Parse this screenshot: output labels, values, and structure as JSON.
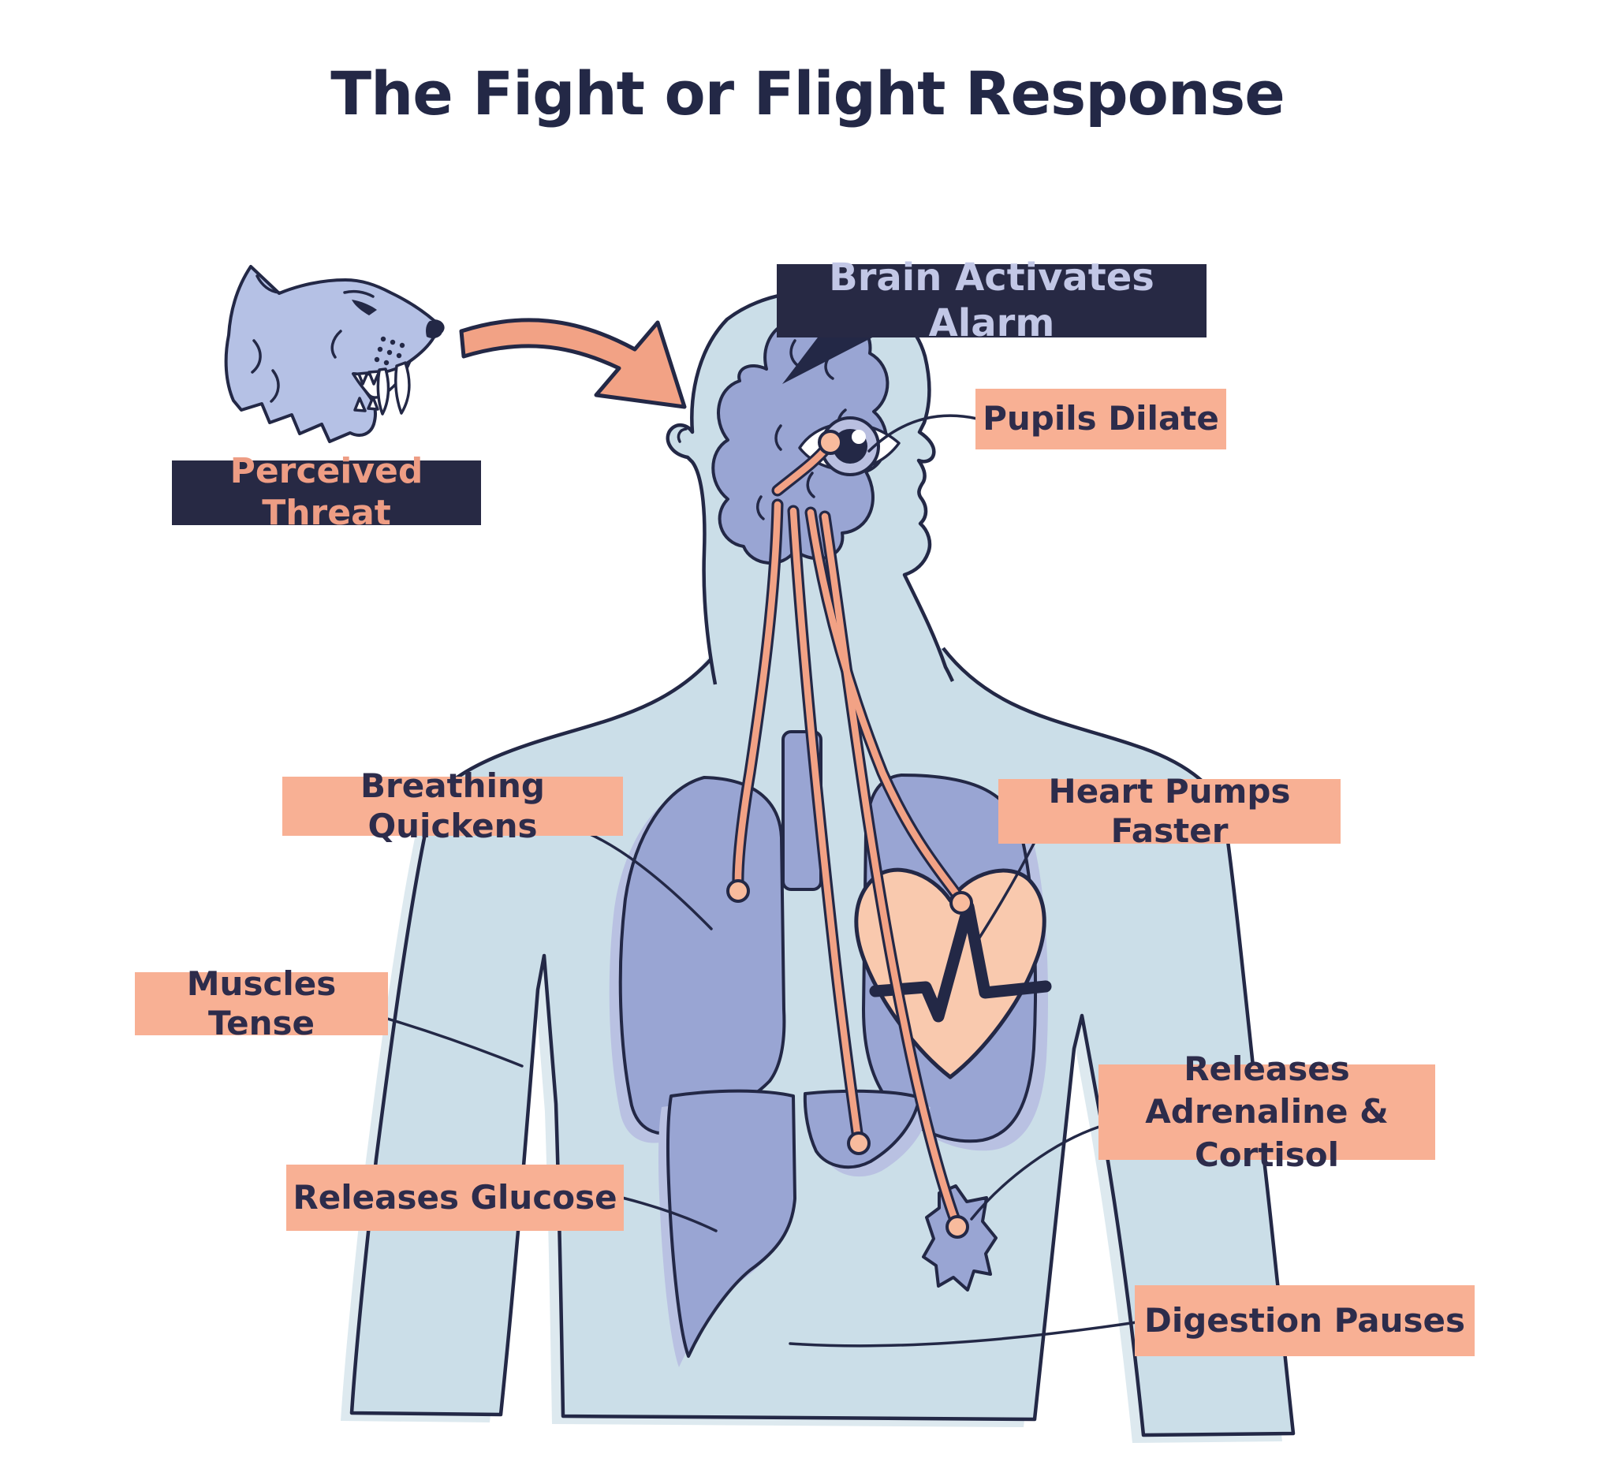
{
  "title": "The Fight or Flight Response",
  "callouts": {
    "perceived_threat": "Perceived Threat",
    "brain_activates_alarm": "Brain Activates Alarm",
    "pupils_dilate": "Pupils Dilate",
    "breathing_quickens": "Breathing Quickens",
    "heart_pumps_faster": "Heart Pumps Faster",
    "muscles_tense": "Muscles Tense",
    "releases_adrenaline_line1": "Releases",
    "releases_adrenaline_line2": "Adrenaline & Cortisol",
    "releases_glucose": "Releases Glucose",
    "digestion_pauses": "Digestion Pauses"
  },
  "icons": {
    "threat_animal": "saber-toothed-cat-head",
    "threat_arrow": "curved-arrow-to-brain",
    "heart_symbol": "ekg-heartbeat-line",
    "organs_depicted": [
      "brain",
      "eye",
      "left-lung",
      "right-lung",
      "trachea",
      "heart",
      "liver",
      "adrenal-gland"
    ]
  },
  "colors": {
    "navy": "#232846",
    "salmon_label": "#f8b094",
    "body_blue": "#cbdee8",
    "organ_purple": "#99a5d3",
    "organ_shadow": "#b9c1e2",
    "heart_peach": "#f9c9ae",
    "nerve_salmon": "#f2a285",
    "nerve_dot": "#f8bb9d",
    "cat_periwinkle": "#b5c1e5",
    "dark_label_bg": "#272944",
    "dark_label_text_salmon": "#ee9d84",
    "dark_label_text_lavender": "#c2c7e6",
    "label_text": "#2d2c4b",
    "body_shadow": "#dde9ef"
  }
}
